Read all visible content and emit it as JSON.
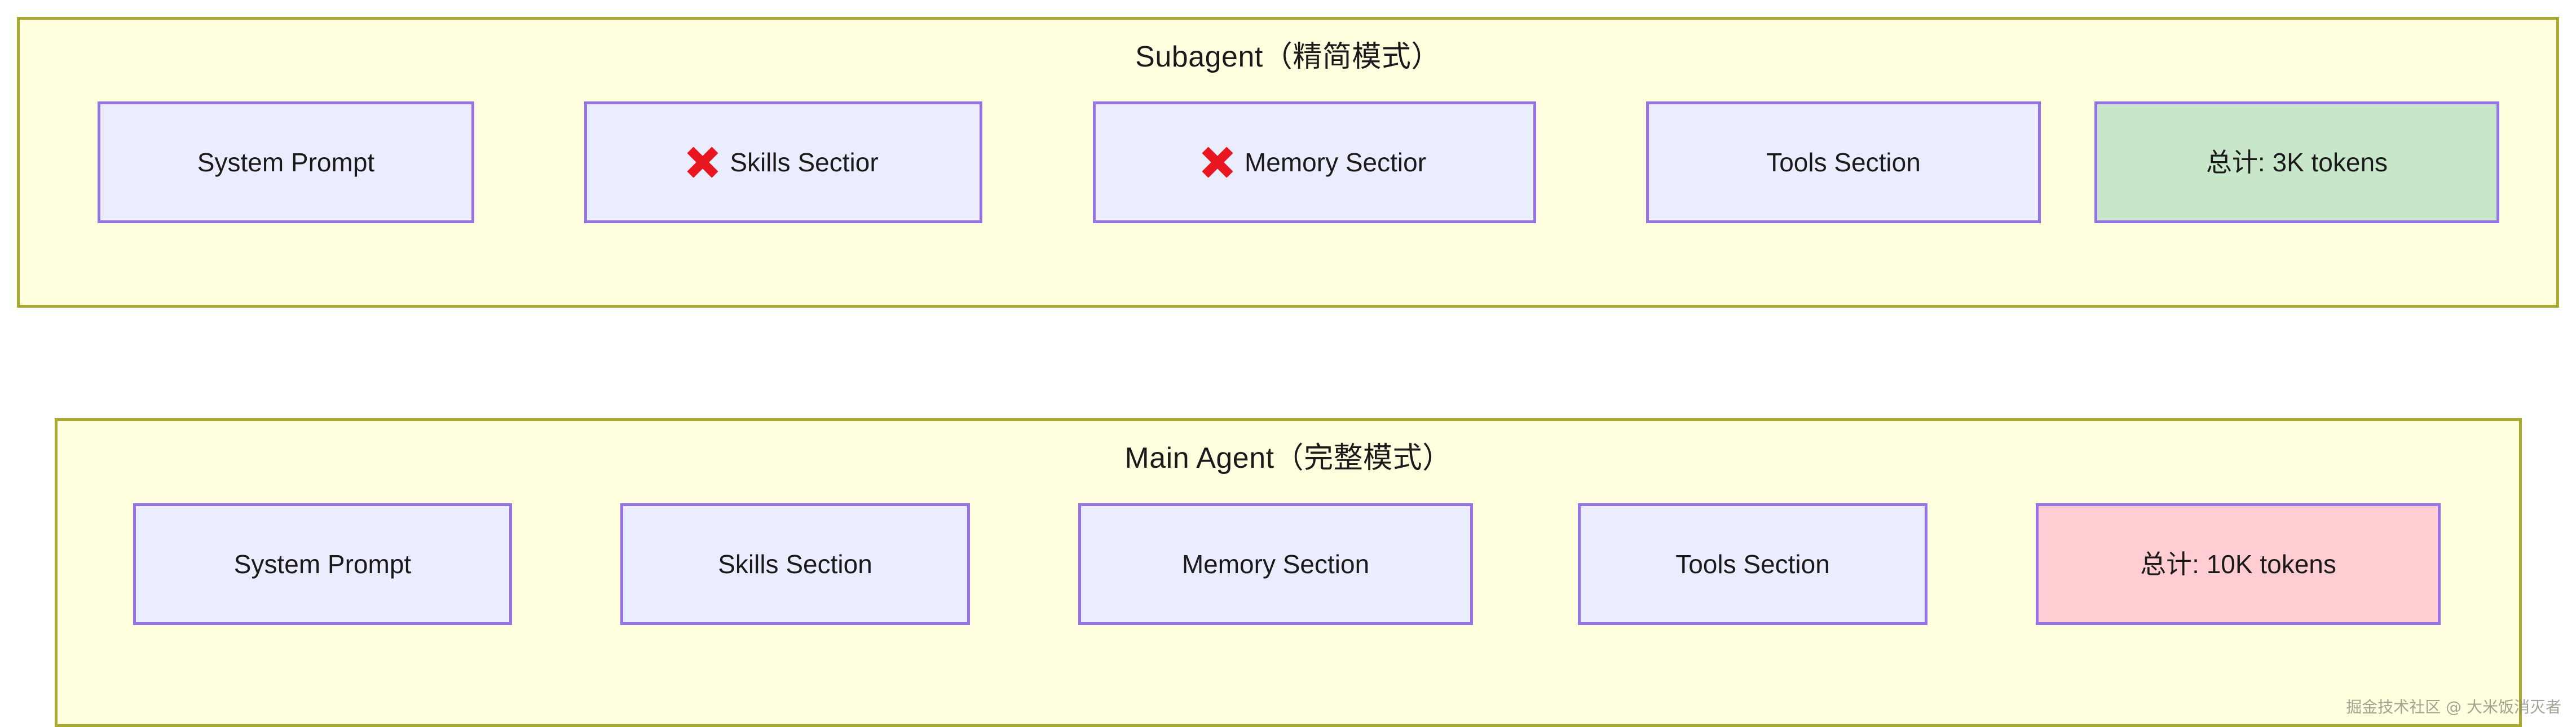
{
  "diagram": {
    "watermark": "掘金技术社区 @ 大米饭消灭者",
    "colors": {
      "group_border": "#aaaa33",
      "group_fill": "#ffffe0",
      "node_border": "#9673e6",
      "node_fill": "#ececff",
      "node_fill_green": "#c8e6c9",
      "node_fill_pink": "#ffcdd2",
      "x_mark": "#e8161f",
      "text": "#1a1a1a"
    },
    "groups": [
      {
        "id": "subagent",
        "title": "Subagent（精简模式）",
        "nodes": [
          {
            "label": "System Prompt",
            "disabled": false,
            "variant": "default"
          },
          {
            "label": "Skills Sectior",
            "disabled": true,
            "variant": "default"
          },
          {
            "label": "Memory Sectior",
            "disabled": true,
            "variant": "default"
          },
          {
            "label": "Tools Section",
            "disabled": false,
            "variant": "default"
          },
          {
            "label": "总计: 3K tokens",
            "disabled": false,
            "variant": "green"
          }
        ]
      },
      {
        "id": "mainagent",
        "title": "Main Agent（完整模式）",
        "nodes": [
          {
            "label": "System Prompt",
            "disabled": false,
            "variant": "default"
          },
          {
            "label": "Skills Section",
            "disabled": false,
            "variant": "default"
          },
          {
            "label": "Memory Section",
            "disabled": false,
            "variant": "default"
          },
          {
            "label": "Tools Section",
            "disabled": false,
            "variant": "default"
          },
          {
            "label": "总计: 10K tokens",
            "disabled": false,
            "variant": "pink"
          }
        ]
      }
    ]
  }
}
